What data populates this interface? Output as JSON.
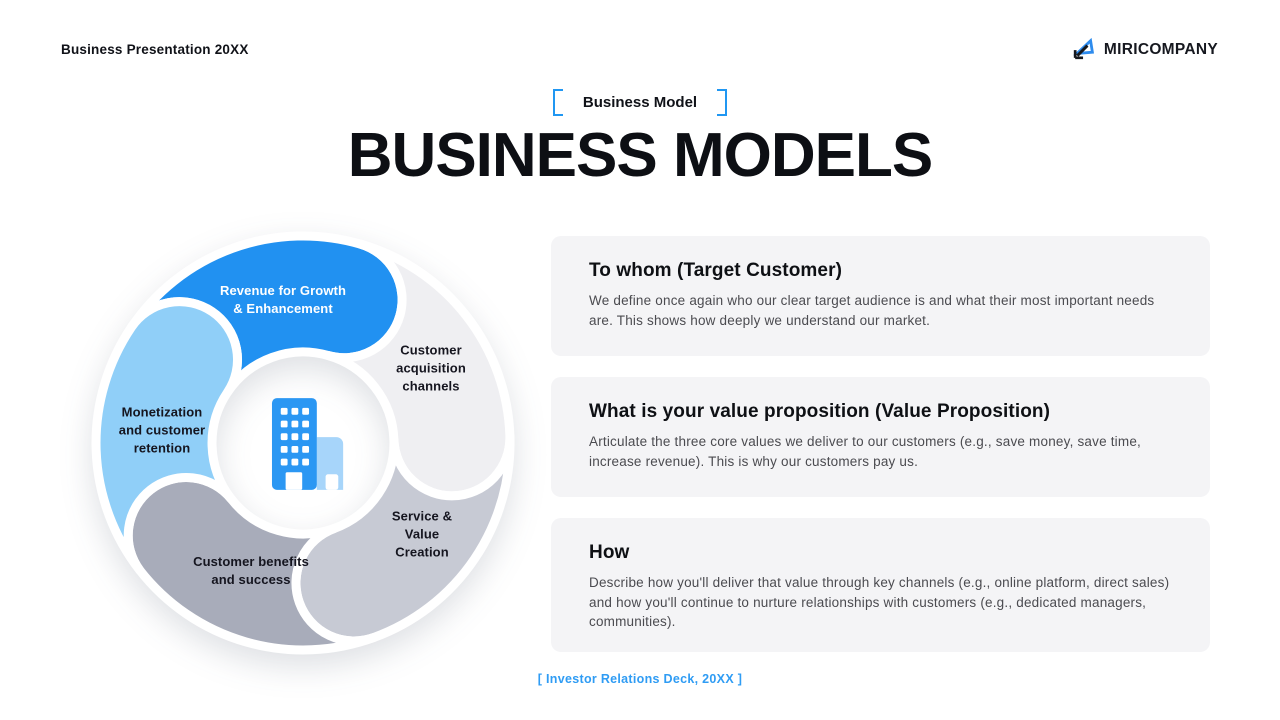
{
  "header": {
    "breadcrumb": "Business Presentation 20XX",
    "brand": "MIRICOMPANY"
  },
  "hero": {
    "tag": "Business Model",
    "title": "BUSINESS MODELS"
  },
  "diagram": {
    "center_icon": "building-icon",
    "segments": [
      {
        "label": "Revenue for Growth\n& Enhancement",
        "color": "#2191f1",
        "text_color": "#ffffff"
      },
      {
        "label": "Customer\nacquisition\nchannels",
        "color": "#efeff2",
        "text_color": "#15151f"
      },
      {
        "label": "Service & Value\nCreation",
        "color": "#c7cad4",
        "text_color": "#15151f"
      },
      {
        "label": "Customer benefits\nand success",
        "color": "#a8acba",
        "text_color": "#15151f"
      },
      {
        "label": "Monetization\nand customer\nretention",
        "color": "#90cff8",
        "text_color": "#15151f"
      }
    ]
  },
  "cards": [
    {
      "title": "To whom (Target Customer)",
      "body": "We define once again who our clear target audience is and what their most important needs are. This shows how deeply we understand our market."
    },
    {
      "title": "What is your value proposition (Value Proposition)",
      "body": "Articulate the three core values we deliver to our customers (e.g., save money, save time, increase revenue). This is why our customers pay us."
    },
    {
      "title": "How",
      "body": "Describe how you'll deliver that value through key channels (e.g., online platform, direct sales) and how you'll continue to nurture relationships with customers (e.g., dedicated managers, communities)."
    }
  ],
  "footer": {
    "caption": "[ Investor Relations Deck, 20XX ]"
  },
  "colors": {
    "accent_blue": "#2097f2",
    "footer_blue": "#2f9cf4",
    "card_bg": "#f4f4f6",
    "building_main": "#2b97f3",
    "building_small": "#a7d5fa"
  }
}
